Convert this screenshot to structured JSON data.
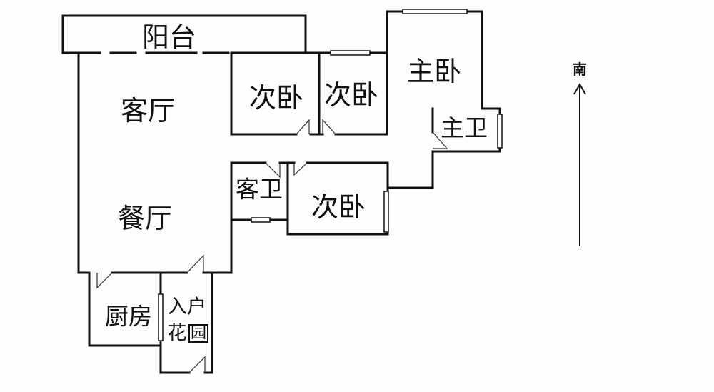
{
  "rooms": {
    "balcony": "阳台",
    "living_room": "客厅",
    "bedroom_2a": "次卧",
    "bedroom_2b": "次卧",
    "master_bedroom": "主卧",
    "master_bath": "主卫",
    "guest_bath": "客卫",
    "bedroom_2c": "次卧",
    "dining_room": "餐厅",
    "kitchen": "厨房",
    "entry_garden_1": "入户",
    "entry_garden_2a": "花",
    "entry_garden_2b": "园"
  },
  "compass": {
    "label": "南",
    "icon": "arrow-up-icon"
  }
}
